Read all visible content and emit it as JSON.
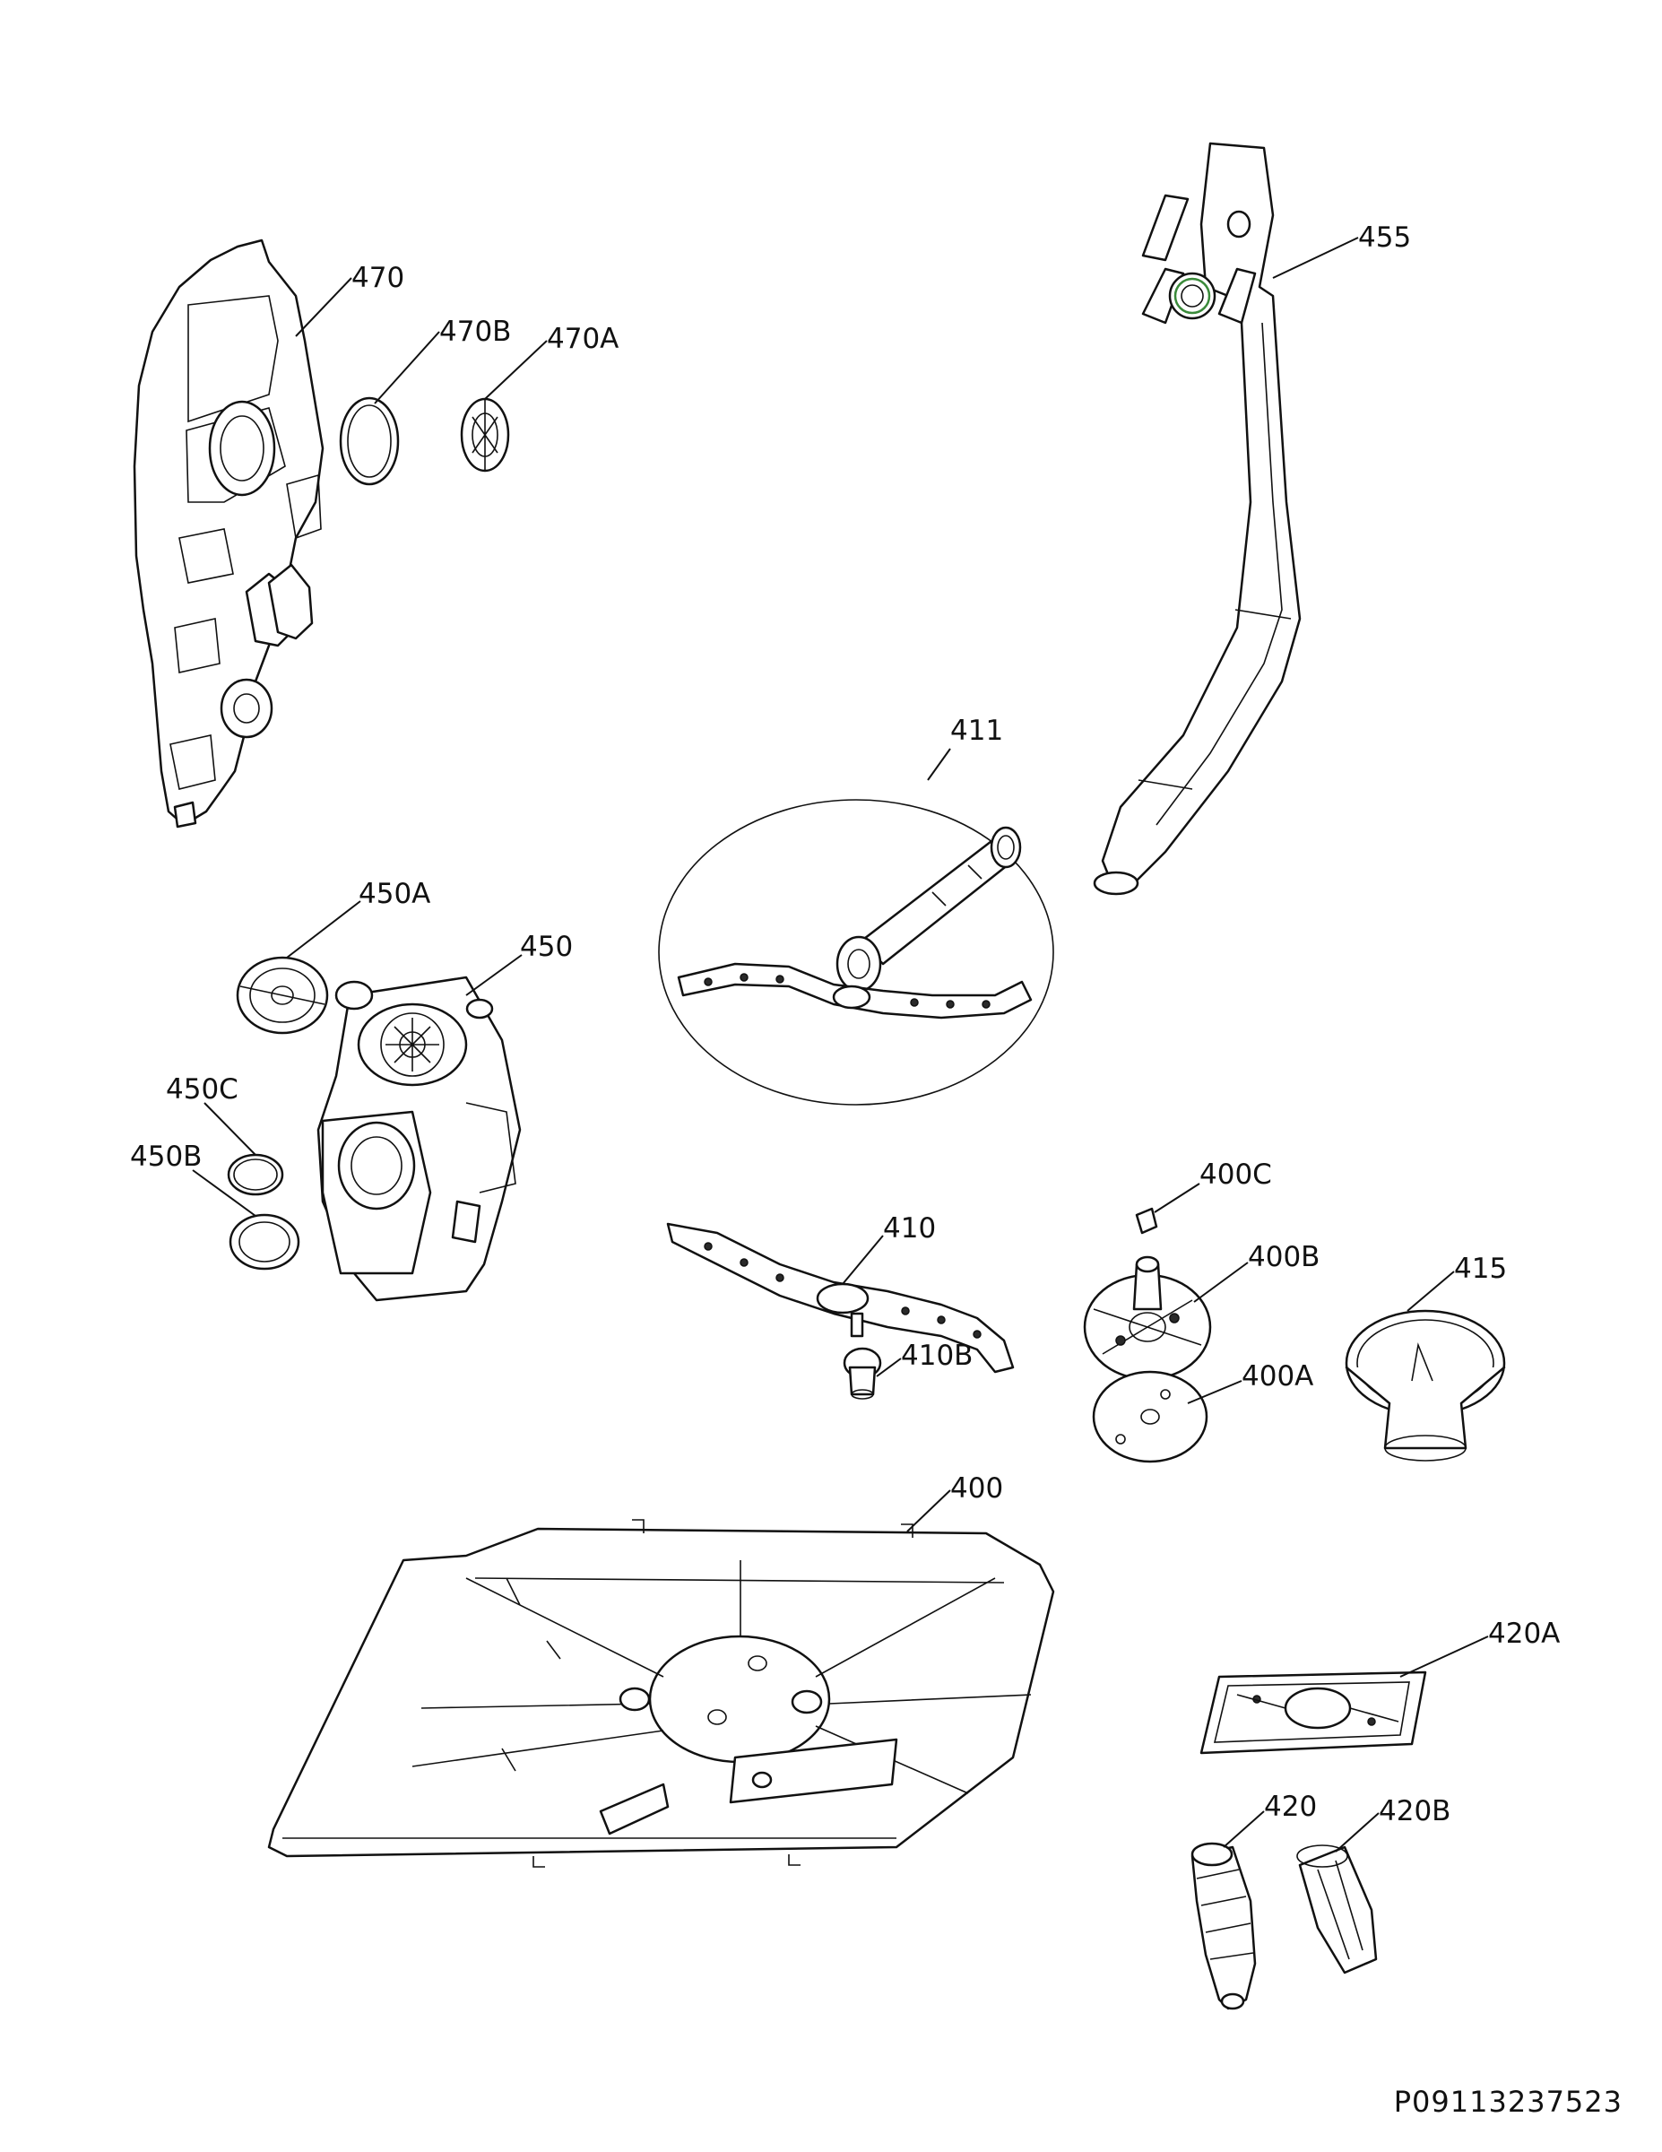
{
  "drawing_number": "P09113237523",
  "callouts": {
    "c470": "470",
    "c470b": "470B",
    "c470a": "470A",
    "c455": "455",
    "c411": "411",
    "c450a": "450A",
    "c450": "450",
    "c450c": "450C",
    "c450b": "450B",
    "c410": "410",
    "c410b": "410B",
    "c400c": "400C",
    "c400b": "400B",
    "c415": "415",
    "c400a": "400A",
    "c400": "400",
    "c420a": "420A",
    "c420": "420",
    "c420b": "420B"
  },
  "icons": [
    "salt-cap-icon"
  ],
  "colors": {
    "line": "#111111",
    "background": "#ffffff",
    "seal_accent": "#3a8a3a"
  }
}
